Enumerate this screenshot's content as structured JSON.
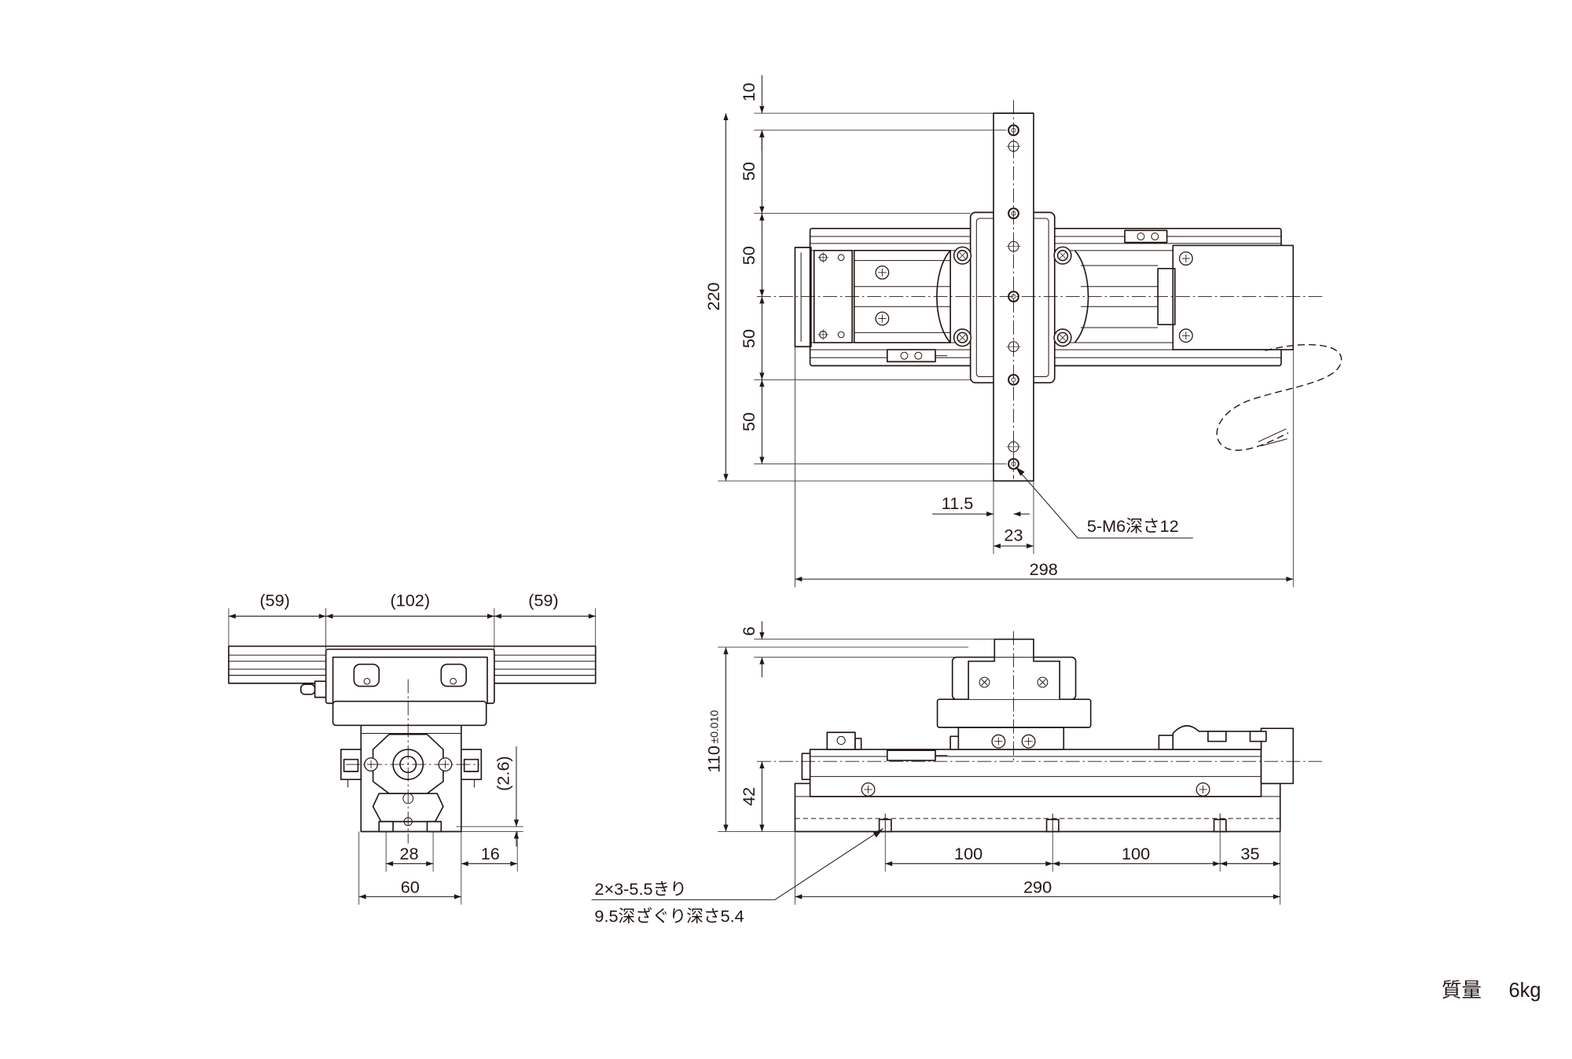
{
  "top_view": {
    "d_10": "10",
    "d_50_1": "50",
    "d_50_2": "50",
    "d_50_3": "50",
    "d_50_4": "50",
    "d_220": "220",
    "d_11_5": "11.5",
    "d_23": "23",
    "d_298": "298",
    "callout_tap": "5-M6深さ12"
  },
  "front_view": {
    "d_6": "6",
    "d_110": "110",
    "d_110_tol": "±0.010",
    "d_42": "42",
    "d_100_1": "100",
    "d_100_2": "100",
    "d_35": "35",
    "d_290": "290",
    "callout_hole_line1": "2×3-5.5きり",
    "callout_hole_line2": "9.5深ざぐり深さ5.4"
  },
  "side_view": {
    "d_59_left": "(59)",
    "d_102": "(102)",
    "d_59_right": "(59)",
    "d_2_6": "(2.6)",
    "d_28": "28",
    "d_16": "16",
    "d_60": "60"
  },
  "mass": {
    "label": "質量",
    "value": "6kg"
  },
  "colors": {
    "line": "#231815",
    "background": "#ffffff"
  }
}
